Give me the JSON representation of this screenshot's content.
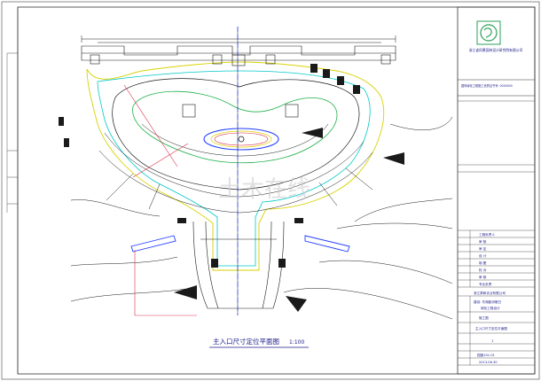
{
  "drawing": {
    "title": "主入口尺寸定位平面图",
    "scale": "1:100",
    "watermark": "土木在线"
  },
  "title_block": {
    "company": "浙江省风景园林设计研究院有限公司",
    "qualification": "园林绿化工程施工资质证书号: 0000000",
    "rows": [
      "工程负责人",
      "审 核",
      "审 定",
      "设 计",
      "制 图",
      "校 对",
      "审 核",
      "专业负责"
    ],
    "client": "浙江泰和实业有限公司",
    "project_line1": "建设: 东湖欧洲假日",
    "project_line2": "绿化工程设计",
    "stage": "施工图",
    "sheet_title": "主入口尺寸定位平面图",
    "sheet_index": "1",
    "drawing_no": "园施101-01",
    "date": "2013.06.30"
  },
  "colors": {
    "paper": "#ffffff",
    "frame": "#333333",
    "lines": "#1a1a1a",
    "yellow": "#d8d200",
    "cyan": "#00c8c8",
    "green": "#22b14c",
    "red": "#e0304a",
    "blue": "#1e3cff",
    "titleblock_text": "#1a1a8a"
  }
}
